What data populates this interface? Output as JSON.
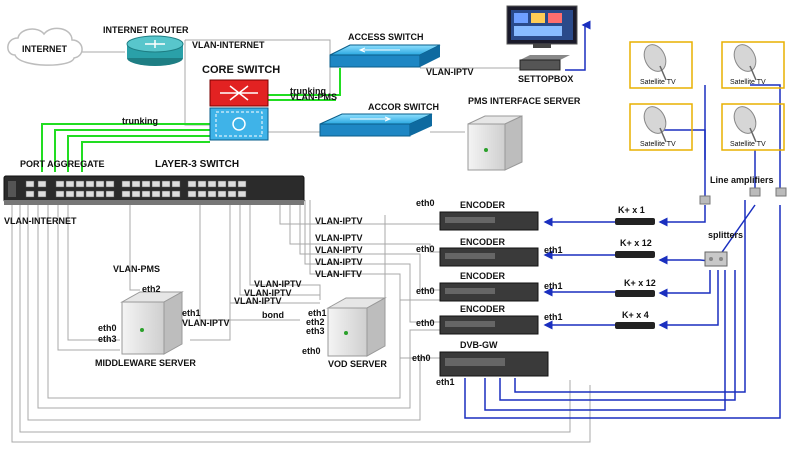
{
  "cloud": {
    "label": "INTERNET"
  },
  "router": {
    "label": "INTERNET ROUTER"
  },
  "core_switch": {
    "label": "CORE SWITCH"
  },
  "access_switch": {
    "label": "ACCESS SWITCH"
  },
  "accor_switch": {
    "label": "ACCOR SWITCH"
  },
  "pms_server": {
    "label": "PMS INTERFACE SERVER"
  },
  "settop": {
    "label": "SETTOPBOX"
  },
  "l3switch": {
    "port_label": "PORT AGGREGATE",
    "label": "LAYER-3 SWITCH"
  },
  "middleware": {
    "label": "MIDDLEWARE SERVER"
  },
  "vod": {
    "label": "VOD SERVER"
  },
  "devices": {
    "encoder": "ENCODER",
    "dvbgw": "DVB-GW"
  },
  "links": {
    "vlan_internet": "VLAN-INTERNET",
    "vlan_iptv": "VLAN-IPTV",
    "vlan_pms": "VLAN-PMS",
    "trunking": "trunking",
    "vlan_iftv": "VLAN-IFTV"
  },
  "ports": {
    "eth0": "eth0",
    "eth1": "eth1",
    "eth2": "eth2",
    "eth3": "eth3",
    "bond": "bond"
  },
  "kplus": {
    "k1": "K+ x 1",
    "k12": "K+ x 12",
    "k4": "K+ x 4"
  },
  "satellite": {
    "label": "Satellite TV"
  },
  "line_amplifiers": "Line amplifiers",
  "splitters": "splitters",
  "colors": {
    "green": "#22dd22",
    "blue": "#1a2fbf",
    "gray": "#9a9a9a",
    "cyan": "#4fc7ee"
  }
}
